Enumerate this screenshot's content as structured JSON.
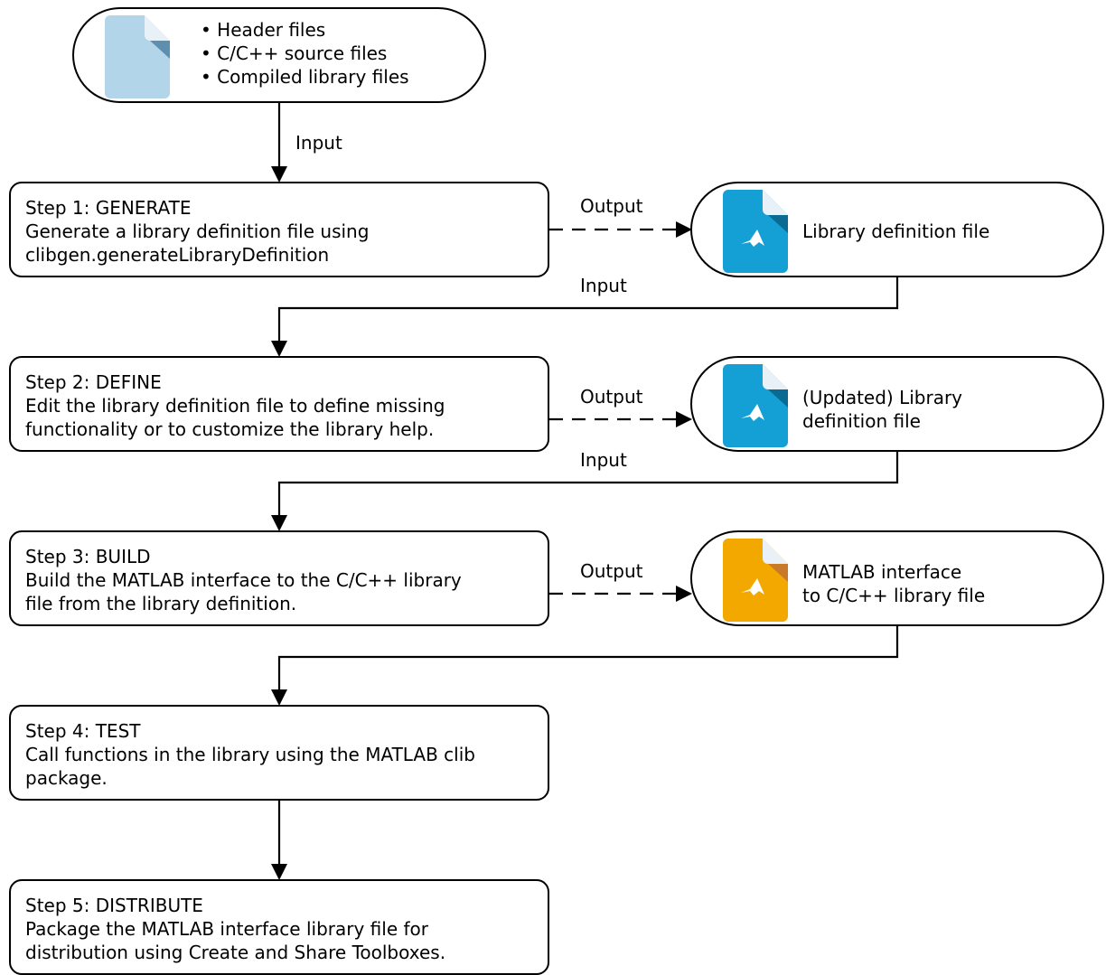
{
  "colors": {
    "input_file": "#B3D5EA",
    "input_file_fold": "#5E8FAF",
    "definition_file": "#14A0D5",
    "definition_file_fold": "#0A6A93",
    "interface_file": "#F3A800",
    "interface_file_fold": "#C97A29",
    "fold_light": "#E8F1F8"
  },
  "input_node": {
    "icon": "source-file-icon",
    "items": [
      "• Header files",
      "• C/C++ source files",
      "• Compiled library files"
    ]
  },
  "edge_labels": {
    "input": "Input",
    "output": "Output"
  },
  "steps": [
    {
      "title": "Step 1: GENERATE",
      "lines": [
        "Generate a library definition file using",
        "clibgen.generateLibraryDefinition"
      ]
    },
    {
      "title": "Step 2: DEFINE",
      "lines": [
        "Edit the library definition file to define missing",
        "functionality or to customize the library help."
      ]
    },
    {
      "title": "Step 3: BUILD",
      "lines": [
        "Build the MATLAB interface to the C/C++ library",
        "file from the library definition."
      ]
    },
    {
      "title": "Step 4: TEST",
      "lines": [
        "Call functions in the library using the MATLAB clib",
        "package."
      ]
    },
    {
      "title": "Step 5: DISTRIBUTE",
      "lines": [
        "Package the MATLAB interface library file for",
        "distribution using Create and Share Toolboxes."
      ]
    }
  ],
  "outputs": [
    {
      "icon": "matlab-file-icon",
      "lines": [
        "Library definition file"
      ]
    },
    {
      "icon": "matlab-file-icon",
      "lines": [
        "(Updated) Library",
        "definition file"
      ]
    },
    {
      "icon": "matlab-file-icon",
      "lines": [
        "MATLAB interface",
        "to C/C++ library file"
      ]
    }
  ]
}
